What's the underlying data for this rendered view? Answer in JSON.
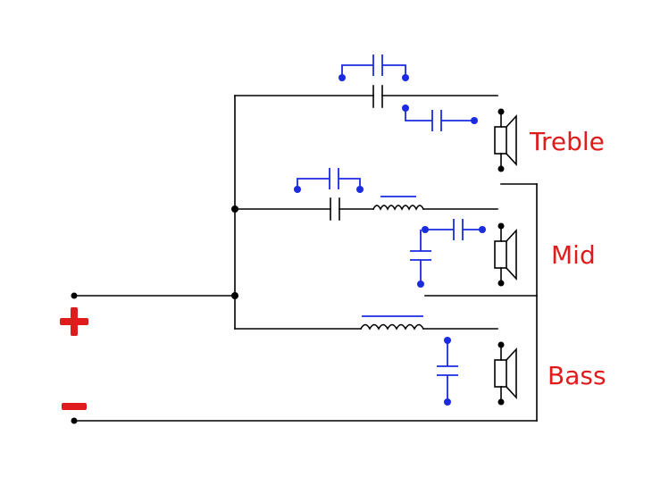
{
  "labels": {
    "treble": "Treble",
    "mid": "Mid",
    "bass": "Bass"
  },
  "colors": {
    "wire": "#000000",
    "added_components": "#1a2be0",
    "label": "#e01b1b",
    "background": "#ffffff"
  },
  "terminals": {
    "positive_symbol": "plus-sign",
    "negative_symbol": "minus-sign"
  }
}
